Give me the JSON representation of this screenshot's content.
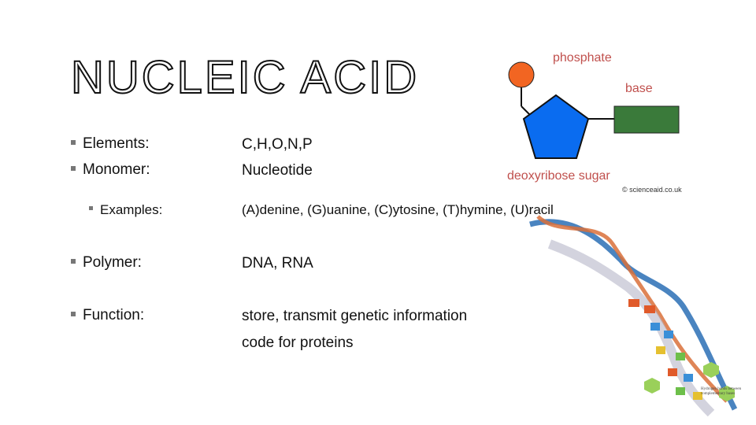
{
  "slide": {
    "title": "NUCLEIC ACID",
    "rows": [
      {
        "label": "Elements:",
        "value": "C,H,O,N,P"
      },
      {
        "label": "Monomer:",
        "value": "Nucleotide"
      },
      {
        "label": "Examples:",
        "value": "(A)denine, (G)uanine, (C)ytosine, (T)hymine, (U)racil"
      },
      {
        "label": "Polymer:",
        "value": "DNA, RNA"
      },
      {
        "label": "Function:",
        "value": "store, transmit genetic information"
      }
    ],
    "function_extra": "code for proteins"
  },
  "diagram": {
    "phosphate_label": "phosphate",
    "base_label": "base",
    "sugar_label": "deoxyribose sugar",
    "credit": "© scienceaid.co.uk",
    "colors": {
      "phosphate": "#f26522",
      "sugar": "#0a6cf0",
      "base": "#3a7a3a",
      "label": "#c0504d"
    }
  },
  "helix_caption": "Hydrogen bonds between complementary bases"
}
